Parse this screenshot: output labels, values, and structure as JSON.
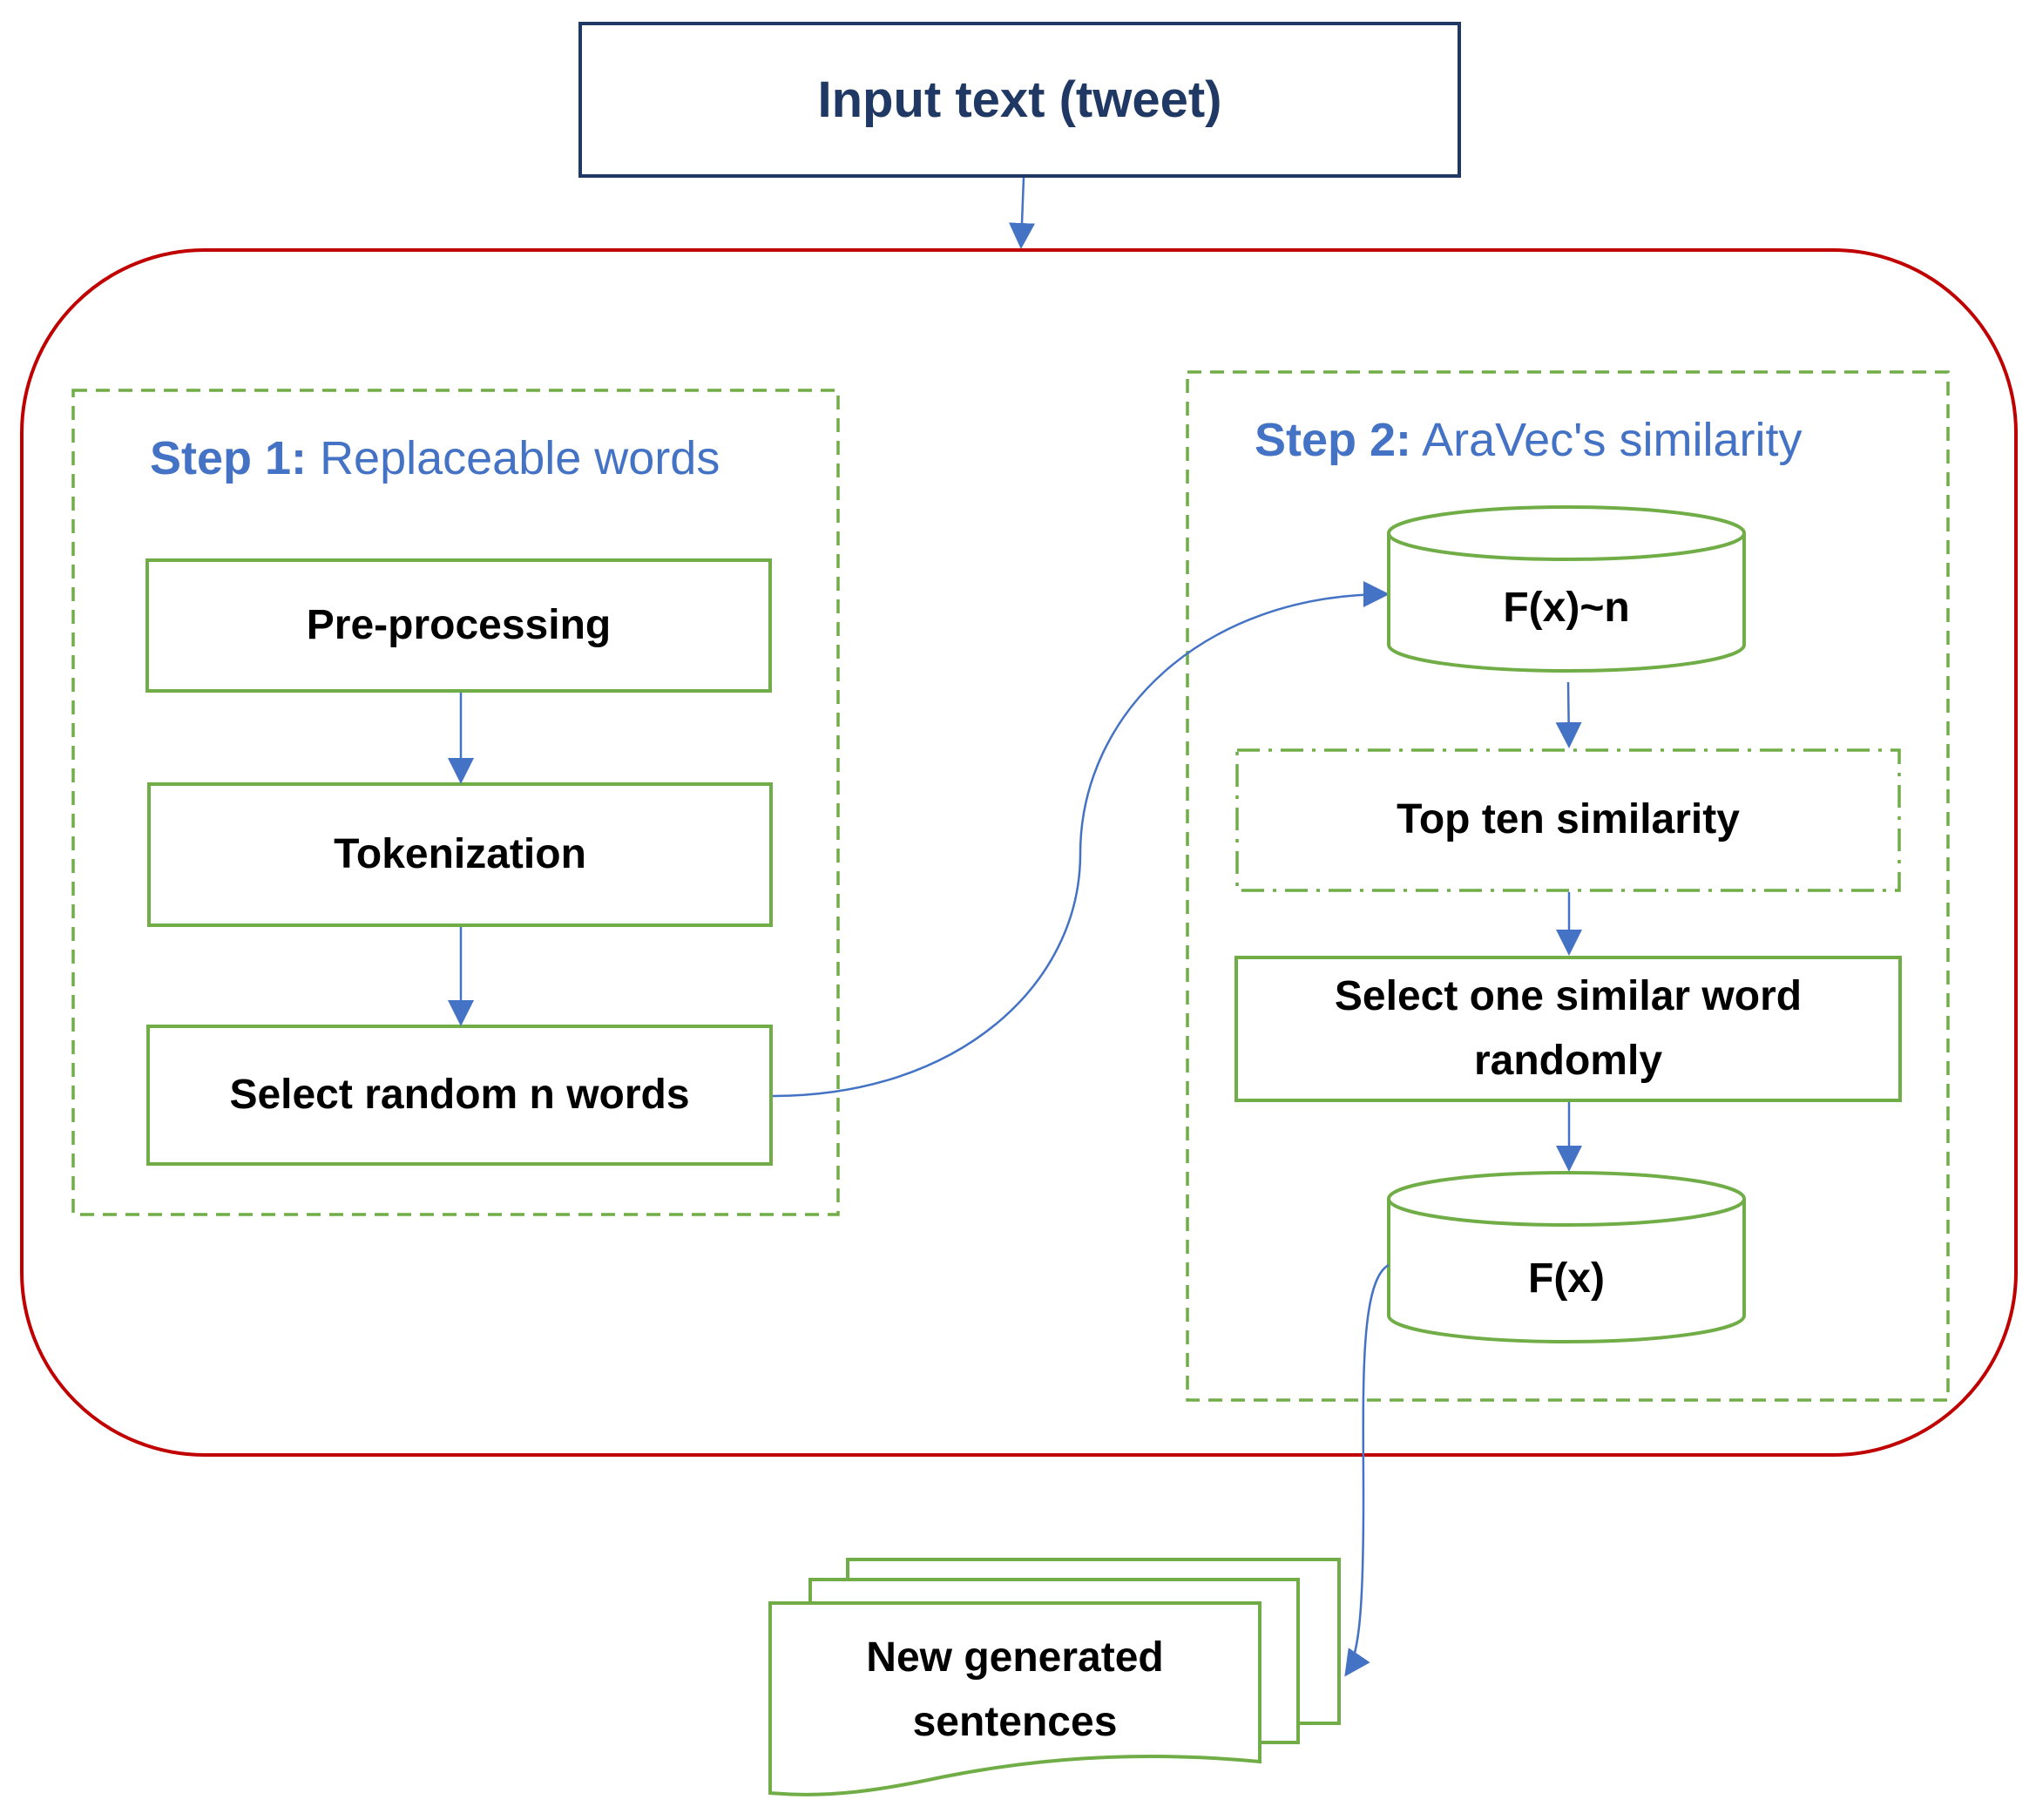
{
  "input": {
    "label": "Input text (tweet)"
  },
  "step1": {
    "lead": "Step 1:",
    "title": "Replaceable words",
    "nodes": {
      "preprocessing": "Pre-processing",
      "tokenization": "Tokenization",
      "select_random": "Select random n words"
    }
  },
  "step2": {
    "lead": "Step 2:",
    "title": "AraVec's similarity",
    "nodes": {
      "fx_n": "F(x)~n",
      "top_ten": "Top ten similarity",
      "select_one_line1": "Select one similar word",
      "select_one_line2": "randomly",
      "fx": "F(x)"
    }
  },
  "output": {
    "line1": "New generated",
    "line2": "sentences"
  },
  "colors": {
    "container_border": "#c00000",
    "step_border": "#70ad47",
    "node_border": "#70ad47",
    "input_border": "#1f3864",
    "arrow": "#4472c4",
    "step_title": "#4472c4"
  }
}
